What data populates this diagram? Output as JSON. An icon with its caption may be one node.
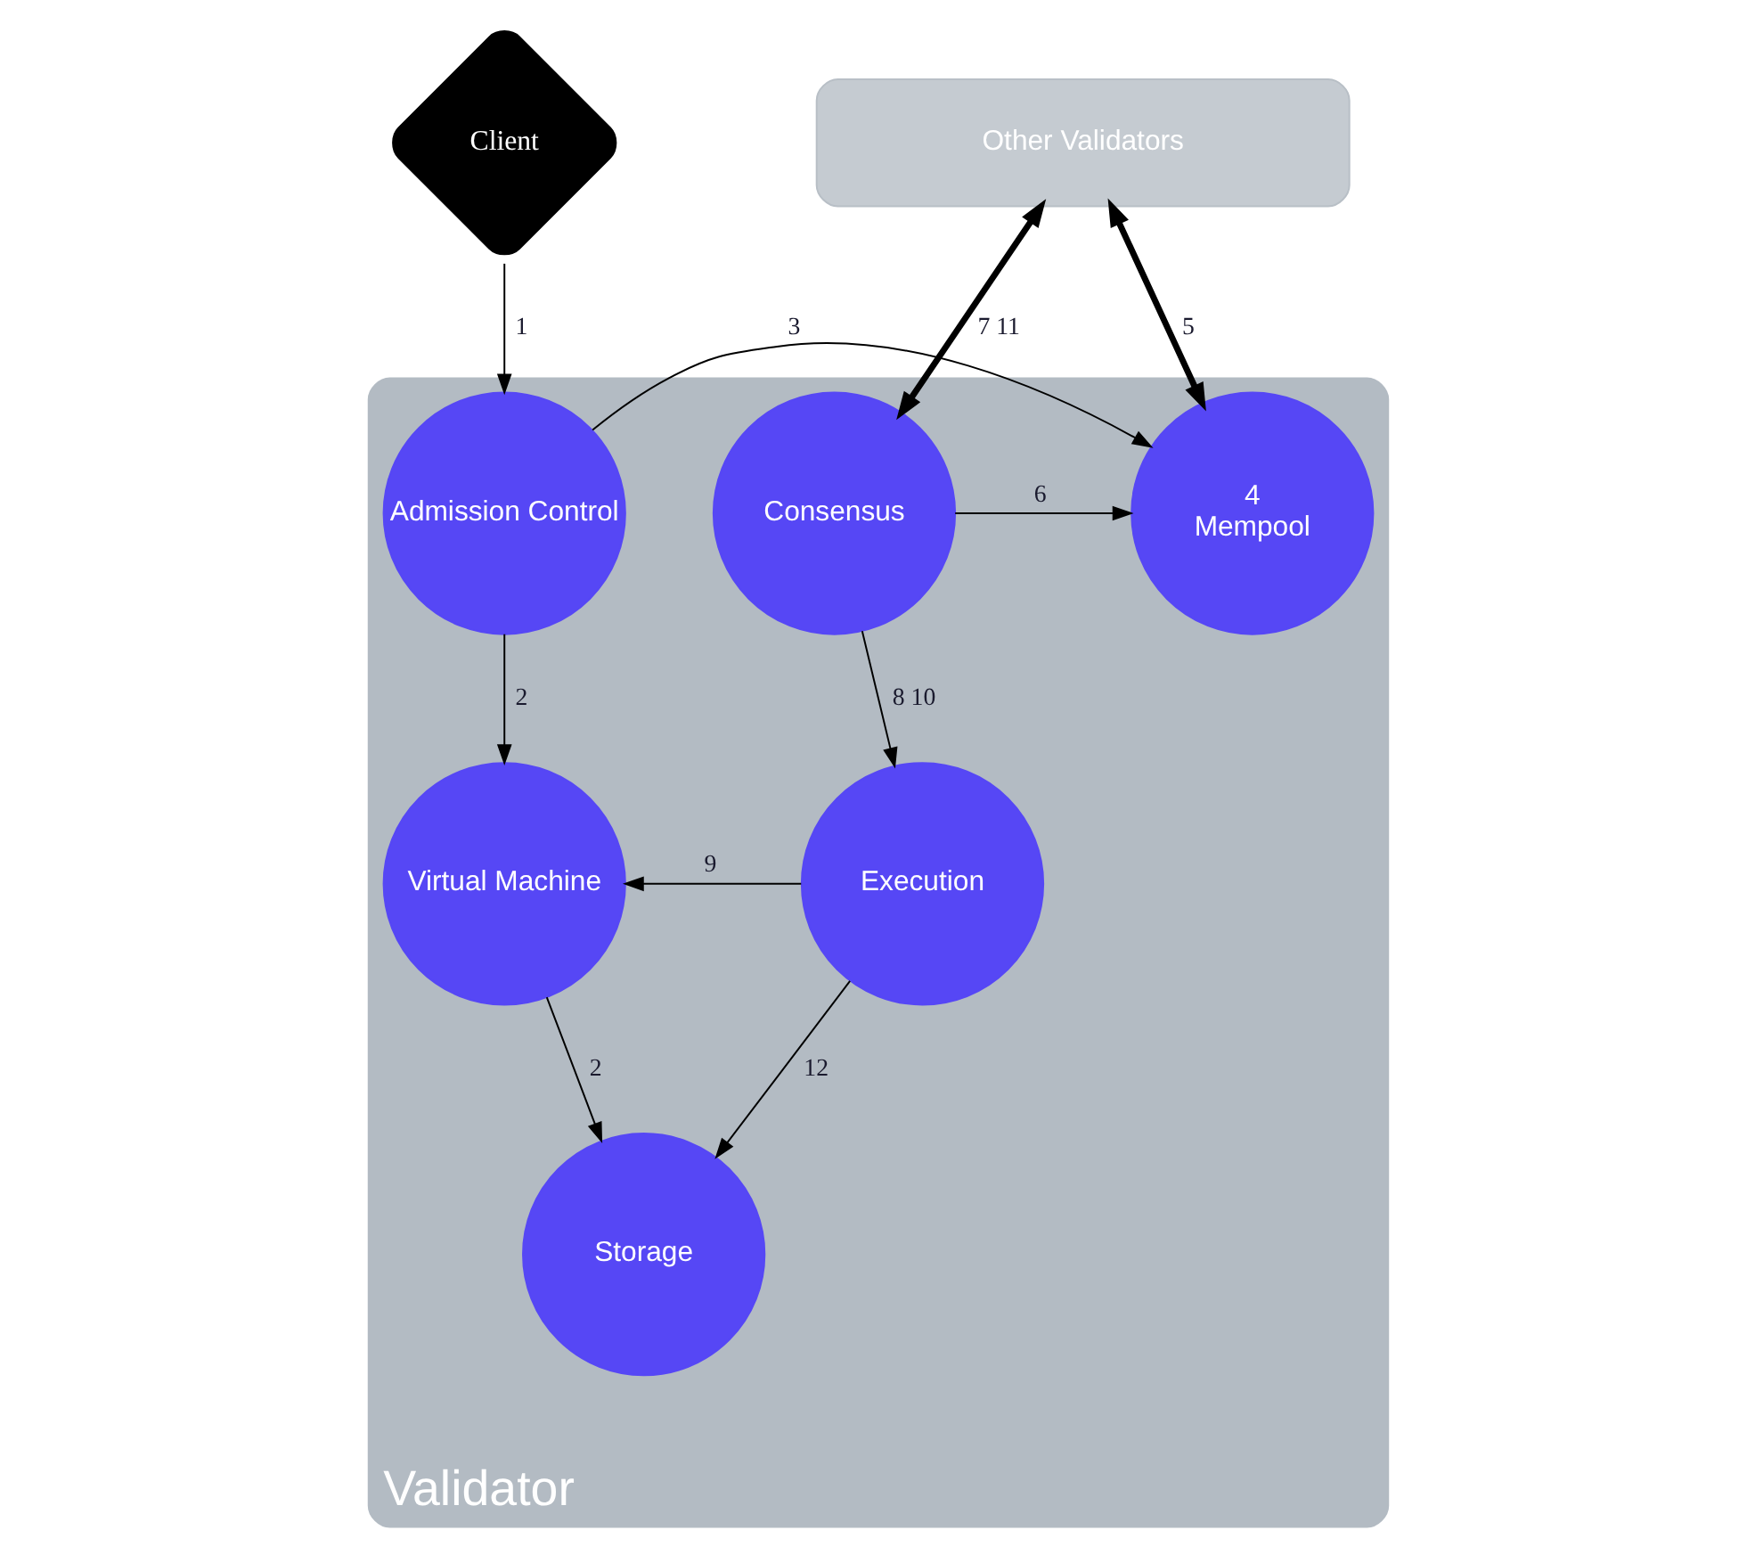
{
  "diagram": {
    "nodes": [
      {
        "text": [
          "Validator"
        ]
      },
      {
        "text": [
          "Client"
        ]
      },
      {
        "text": [
          "Admission Control"
        ],
        "in": 0
      },
      {
        "text": [
          "4",
          "Mempool"
        ],
        "in": 0
      },
      {
        "text": [
          "Consensus"
        ],
        "in": 0
      },
      {
        "text": [
          "Virtual Machine"
        ],
        "in": 0
      },
      {
        "text": [
          "Execution"
        ],
        "in": 0
      },
      {
        "text": [
          "Storage"
        ],
        "in": 0
      },
      {
        "text": [
          "Other Validators"
        ]
      }
    ],
    "edges": [
      {
        "from": 1,
        "to": 2,
        "arrow": "to",
        "label": "1"
      },
      {
        "from": 2,
        "to": 3,
        "arrow": "to",
        "label": "3"
      },
      {
        "from": 2,
        "to": 5,
        "arrow": "to",
        "label": "2"
      },
      {
        "from": 8,
        "to": 3,
        "arrow": "both",
        "label": "5",
        "style": "thick"
      },
      {
        "from": 4,
        "to": 3,
        "arrow": "to",
        "label": "6"
      },
      {
        "from": 8,
        "to": 4,
        "arrow": "both",
        "label": "7 11",
        "style": "thick"
      },
      {
        "from": 4,
        "to": 6,
        "arrow": "to",
        "label": "8 10"
      },
      {
        "from": 6,
        "to": 5,
        "arrow": "to",
        "label": "9"
      },
      {
        "from": 6,
        "to": 7,
        "arrow": "to",
        "label": "12"
      },
      {
        "from": 5,
        "to": 7,
        "arrow": "to",
        "label": "2"
      }
    ]
  }
}
